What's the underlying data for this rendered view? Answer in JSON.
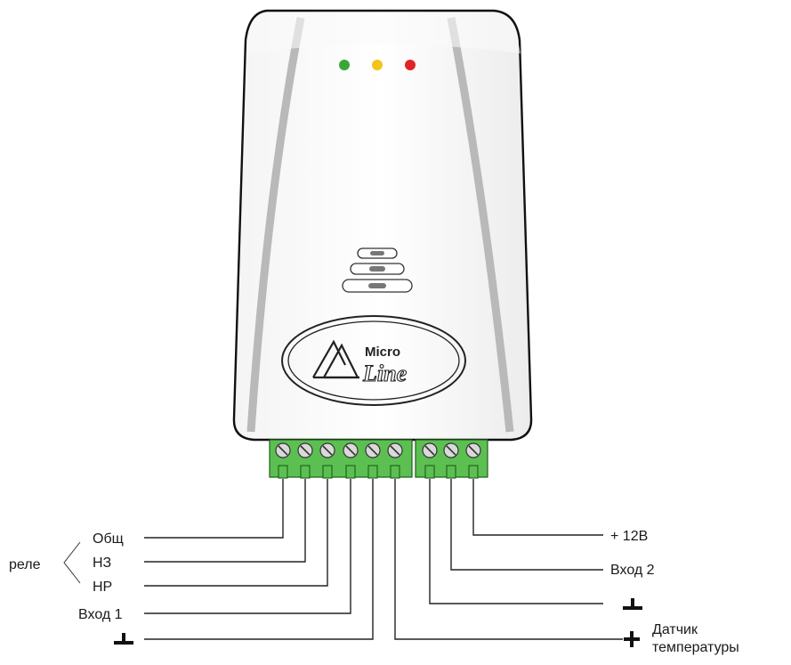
{
  "device": {
    "logo": {
      "line1": "Micro",
      "line2": "Line"
    },
    "leds": [
      {
        "name": "green",
        "color": "#3aa63a"
      },
      {
        "name": "yellow",
        "color": "#f2c518"
      },
      {
        "name": "red",
        "color": "#e02424"
      }
    ],
    "terminal_color": "#5cbf52"
  },
  "labels": {
    "relay_group": "реле",
    "common": "Общ",
    "nc": "НЗ",
    "no": "НР",
    "input1": "Вход 1",
    "plus12": "+ 12В",
    "input2": "Вход 2",
    "temp_sensor_line1": "Датчик",
    "temp_sensor_line2": "температуры"
  },
  "symbols": {
    "ground": "ground-symbol",
    "plus": "plus-symbol"
  }
}
